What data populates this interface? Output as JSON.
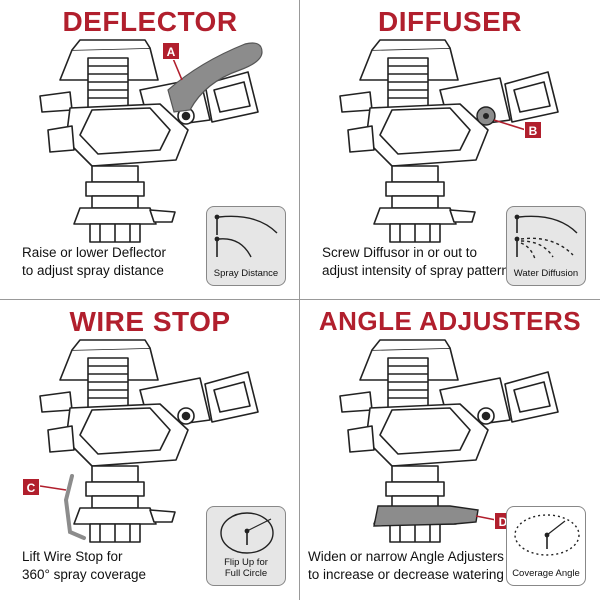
{
  "panels": [
    {
      "title": "DEFLECTOR",
      "callout": "A",
      "caption_line1": "Raise or lower Deflector",
      "caption_line2": "to adjust spray distance",
      "inset_label": "Spray Distance"
    },
    {
      "title": "DIFFUSER",
      "callout": "B",
      "caption_line1": "Screw Diffusor in or out to",
      "caption_line2": "adjust intensity of spray pattern",
      "inset_label": "Water Diffusion"
    },
    {
      "title": "WIRE STOP",
      "callout": "C",
      "caption_line1": "Lift Wire Stop for",
      "caption_line2": "360° spray coverage",
      "inset_label_line1": "Flip Up for",
      "inset_label_line2": "Full Circle"
    },
    {
      "title": "ANGLE ADJUSTERS",
      "callout": "D",
      "caption_line1": "Widen or narrow Angle Adjusters",
      "caption_line2": "to increase or decrease watering area",
      "inset_label": "Coverage Angle"
    }
  ],
  "colors": {
    "accent_red": "#b11f2d",
    "highlight_gray": "#8c8c8c",
    "outline": "#222222"
  }
}
